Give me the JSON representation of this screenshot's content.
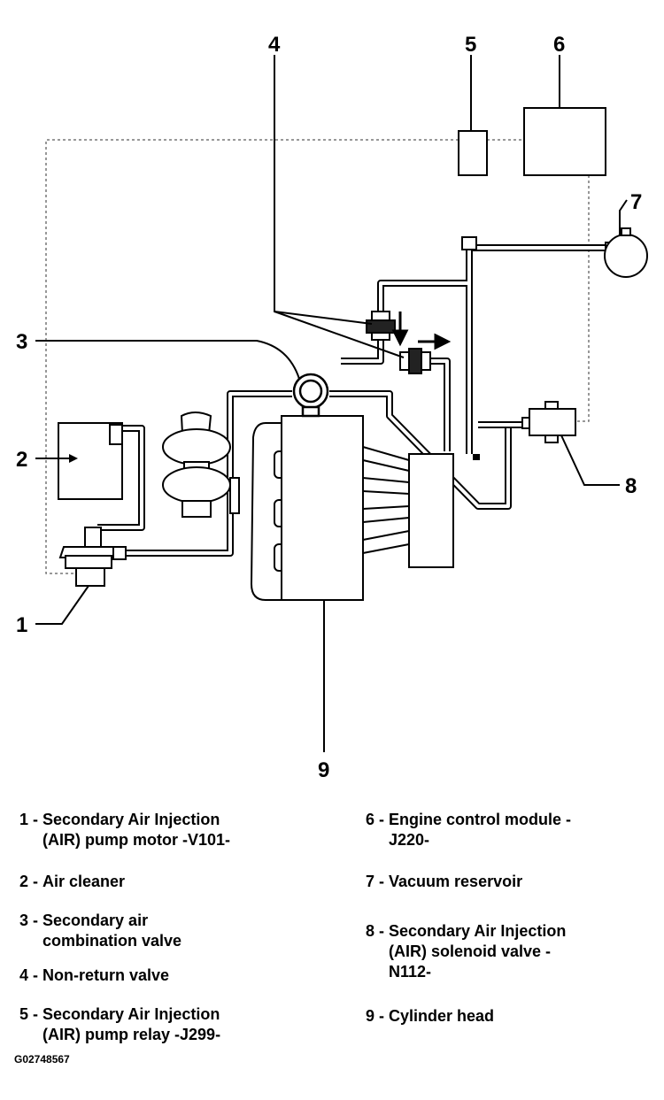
{
  "callouts": [
    "1",
    "2",
    "3",
    "4",
    "5",
    "6",
    "7",
    "8",
    "9"
  ],
  "legend": [
    {
      "num": "1 - ",
      "text": "Secondary Air Injection\n(AIR) pump motor -V101-"
    },
    {
      "num": "2 - ",
      "text": "Air cleaner"
    },
    {
      "num": "3 - ",
      "text": "Secondary air\ncombination valve"
    },
    {
      "num": "4 - ",
      "text": "Non-return valve"
    },
    {
      "num": "5 - ",
      "text": "Secondary Air Injection\n(AIR) pump relay -J299-"
    },
    {
      "num": "6 - ",
      "text": "Engine control module -\nJ220-"
    },
    {
      "num": "7 - ",
      "text": "Vacuum reservoir"
    },
    {
      "num": "8 - ",
      "text": "Secondary Air Injection\n(AIR) solenoid valve -\nN112-"
    },
    {
      "num": "9 - ",
      "text": "Cylinder head"
    }
  ],
  "figure_code": "G02748567"
}
